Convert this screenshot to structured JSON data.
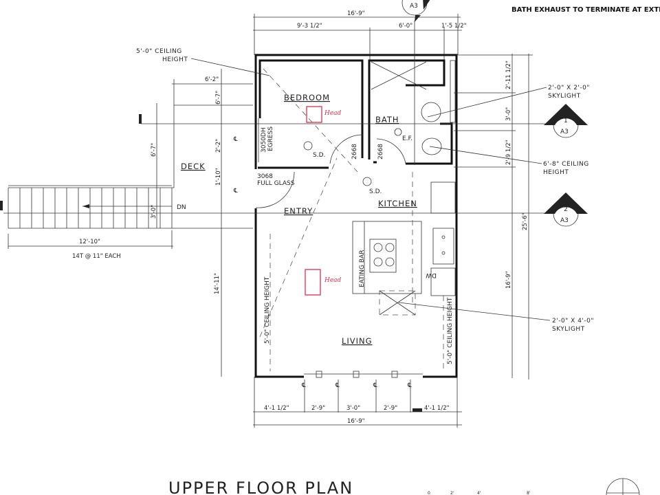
{
  "header_note": "BATH EXHAUST TO TERMINATE AT EXTERIOR",
  "title": "UPPER FLOOR PLAN",
  "scale": {
    "labels": [
      "0",
      "2'",
      "4'",
      "8'"
    ]
  },
  "rooms": {
    "bedroom": "BEDROOM",
    "bath": "BATH",
    "deck": "DECK",
    "entry": "ENTRY",
    "kitchen": "KITCHEN",
    "living": "LIVING",
    "eating_bar": "EATING BAR"
  },
  "labels": {
    "bedroom_ceiling": [
      "5'-0\" CEILING",
      "HEIGHT"
    ],
    "bath_skylight": [
      "2'-0\" X 2'-0\"",
      "SKYLIGHT"
    ],
    "bath_ceiling": [
      "6'-8\" CEILING",
      "HEIGHT"
    ],
    "living_skylight": [
      "2'-0\" X 4'-0\"",
      "SKYLIGHT"
    ],
    "living_ceiling_left": "5'-0\" CEILING HEIGHT",
    "living_ceiling_right": "5'-0\" CEILING HEIGHT",
    "window_egress": [
      "3050DH",
      "EGRESS"
    ],
    "door_full_glass": [
      "3068",
      "FULL GLASS"
    ],
    "door_bedroom": "2668",
    "door_bath": "2668",
    "smoke_detector": "S.D.",
    "exhaust_fan": "E.F.",
    "dishwasher": "DW",
    "stair_dn": "DN",
    "stair_treads": "14T @ 11\" EACH",
    "centerline": "℄"
  },
  "annotations": {
    "red_mark_1": "Head",
    "red_mark_2": "Head"
  },
  "section_markers": [
    {
      "number": "",
      "sheet": "A3"
    },
    {
      "number": "1",
      "sheet": "A3"
    },
    {
      "number": "2",
      "sheet": "A3"
    }
  ],
  "dimensions": {
    "top_overall": "16'-9\"",
    "top_segments": [
      "9'-3 1/2\"",
      "6'-0\"",
      "1'-5 1/2\""
    ],
    "right_segments": [
      "2'-11 1/2\"",
      "3'-0\"",
      "2'-9 1/2\""
    ],
    "right_lower": "16'-9\"",
    "right_overall": "25'-6\"",
    "left_wall": "14'-11\"",
    "deck_width": "6'-2\"",
    "deck_upper": "6'-7\"",
    "deck_depth": "6'-7\"",
    "stair_width": "3'-0\"",
    "window_offset": "2'-2\"",
    "door_offset": "1'-10\"",
    "stair_run": "12'-10\"",
    "bottom_segments": [
      "4'-1 1/2\"",
      "2'-9\"",
      "3'-0\"",
      "2'-9\"",
      "4'-1 1/2\""
    ],
    "bottom_overall": "16'-9\""
  }
}
